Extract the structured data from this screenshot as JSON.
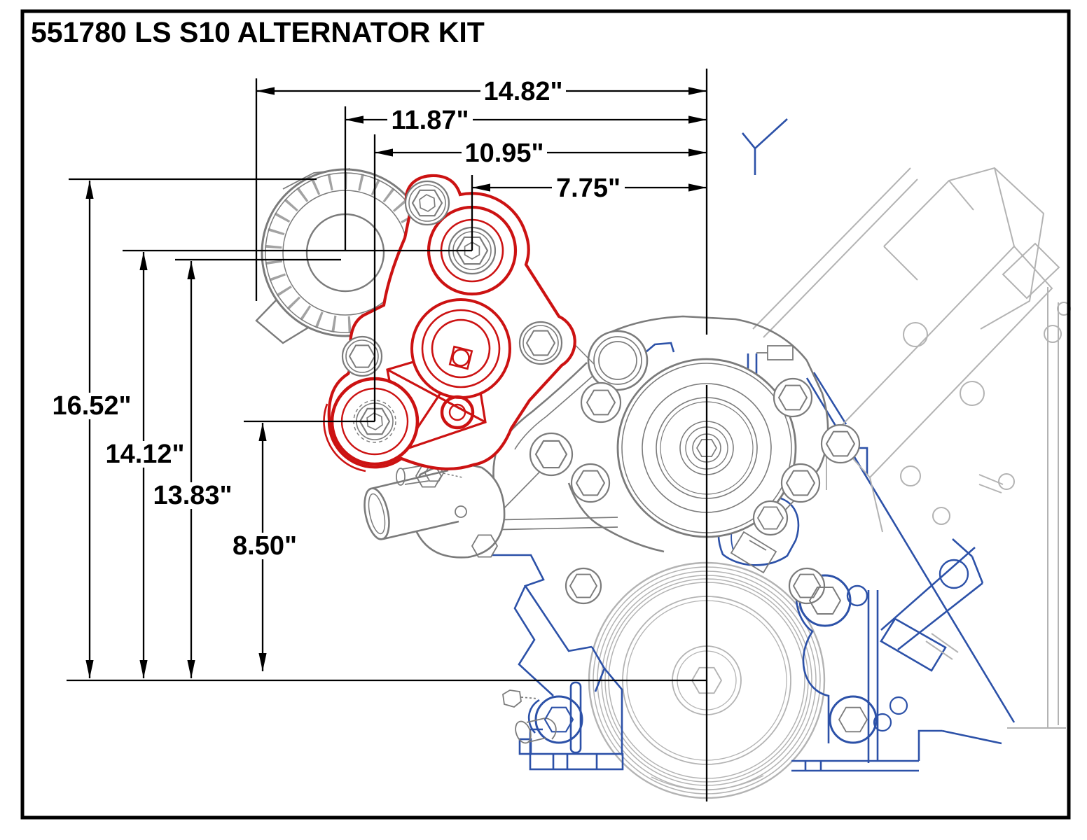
{
  "drawing": {
    "title": "551780 LS S10 ALTERNATOR KIT",
    "units": "inches"
  },
  "dimensions": {
    "horizontal": [
      {
        "label": "14.82\"",
        "value": 14.82
      },
      {
        "label": "11.87\"",
        "value": 11.87
      },
      {
        "label": "10.95\"",
        "value": 10.95
      },
      {
        "label": "7.75\"",
        "value": 7.75
      }
    ],
    "vertical": [
      {
        "label": "16.52\"",
        "value": 16.52
      },
      {
        "label": "14.12\"",
        "value": 14.12
      },
      {
        "label": "13.83\"",
        "value": 13.83
      },
      {
        "label": "8.50\"",
        "value": 8.5
      }
    ]
  },
  "colors": {
    "bracket_red": "#cc1212",
    "engine_blue": "#2c51a8",
    "component_gray": "#7b7b7b",
    "pulley_light_gray": "#b3b3b3",
    "annotation_black": "#000000"
  }
}
